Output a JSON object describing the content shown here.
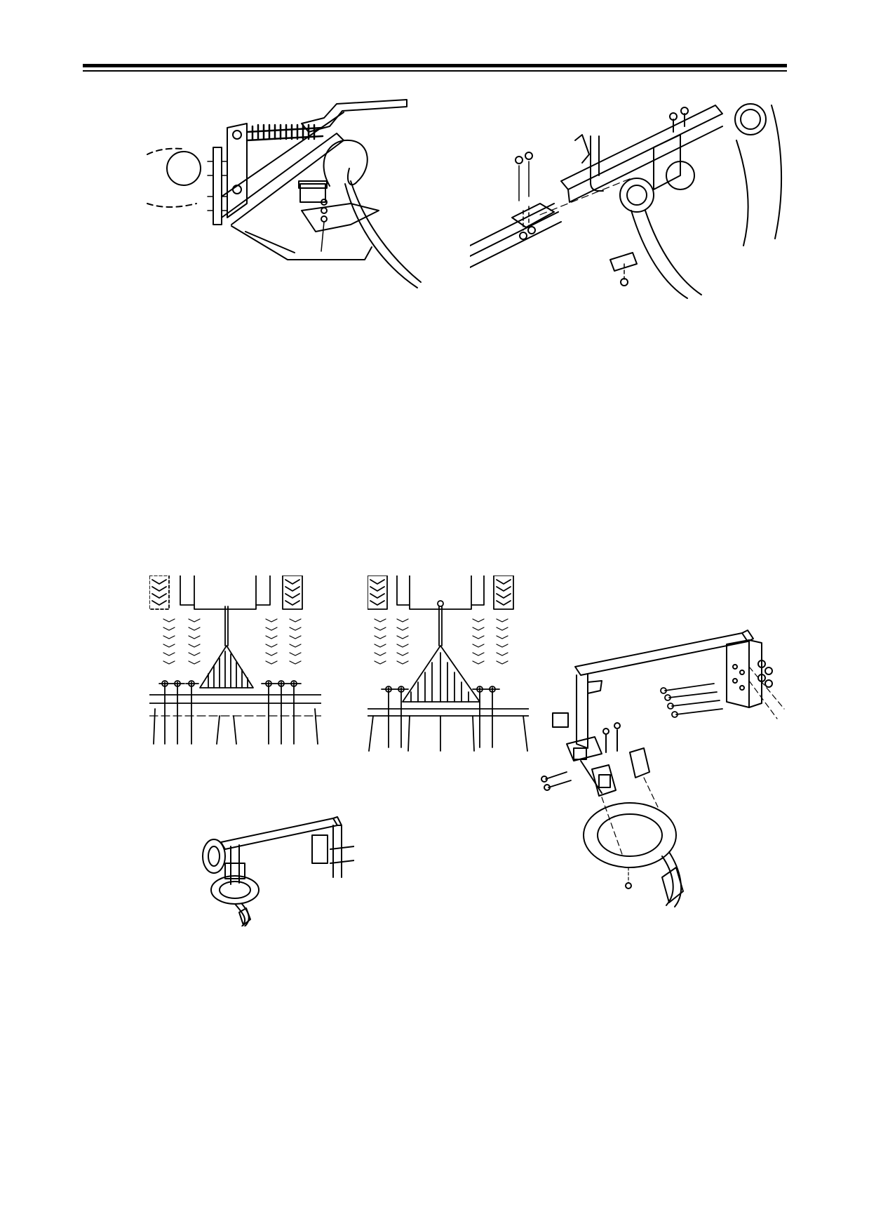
{
  "page": {
    "background": "#ffffff",
    "ink": "#000000"
  },
  "figures": [
    {
      "id": "spring-tine-mount",
      "icon": "spring-loaded-tine-assembly"
    },
    {
      "id": "tine-bar-exploded",
      "icon": "exploded-tine-bar-assembly"
    },
    {
      "id": "tractor-wheel-track-narrow",
      "icon": "tractor-rear-with-rake"
    },
    {
      "id": "tractor-wheel-track-wide",
      "icon": "tractor-rear-with-rake"
    },
    {
      "id": "wheel-scarifier-assembled",
      "icon": "scarifier-tine-on-frame"
    },
    {
      "id": "wheel-scarifier-exploded",
      "icon": "exploded-scarifier-frame"
    }
  ]
}
